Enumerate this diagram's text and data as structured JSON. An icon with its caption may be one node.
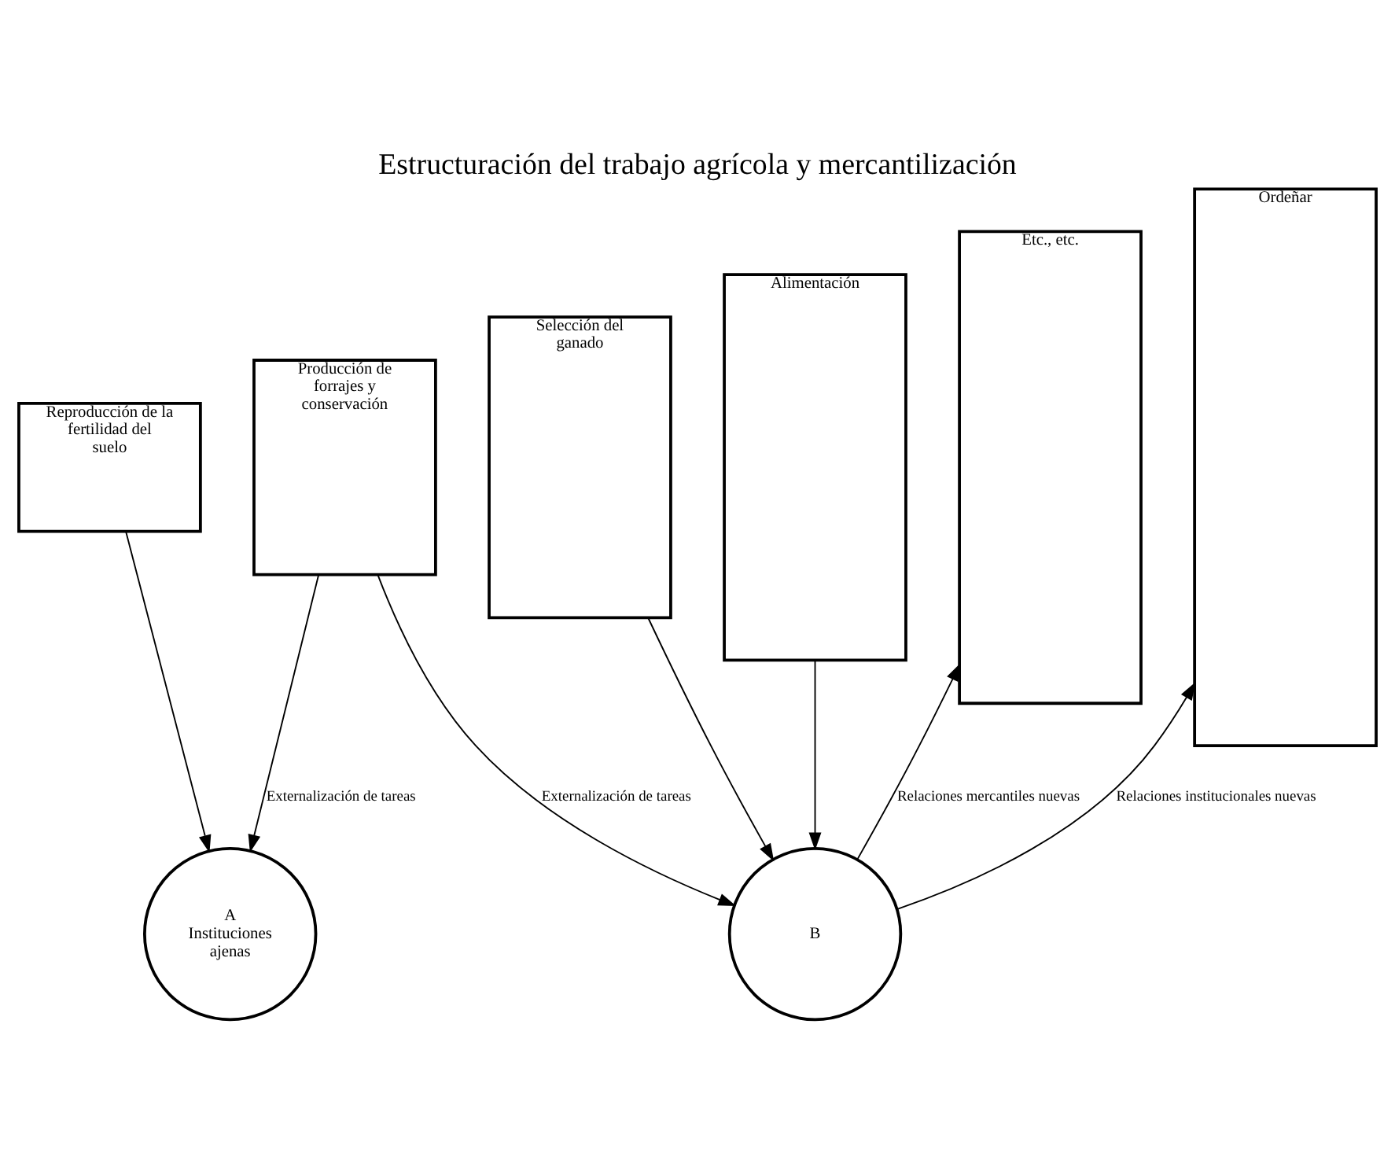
{
  "diagram": {
    "title": "Estructuración del trabajo agrícola y mercantilización",
    "nodes": [
      {
        "text": [
          "Reproducción de la fertilidad del suelo"
        ]
      },
      {
        "text": [
          "Producción de forrajes y conservación"
        ]
      },
      {
        "text": [
          "Selección del ganado"
        ]
      },
      {
        "text": [
          "Alimentación"
        ]
      },
      {
        "text": [
          "Etc., etc."
        ]
      },
      {
        "text": [
          "Ordeñar"
        ]
      },
      {
        "text": [
          "A",
          "Instituciones ajenas"
        ]
      },
      {
        "text": [
          "B"
        ]
      }
    ],
    "edges": [
      {
        "from": 0,
        "to": 6,
        "arrow": "to"
      },
      {
        "from": 1,
        "to": 6,
        "arrow": "to",
        "label": "Externalización de tareas"
      },
      {
        "from": 1,
        "to": 7,
        "arrow": "to",
        "label": "Externalización de tareas"
      },
      {
        "from": 2,
        "to": 7,
        "arrow": "to"
      },
      {
        "from": 3,
        "to": 7,
        "arrow": "to"
      },
      {
        "from": 7,
        "to": 4,
        "arrow": "to",
        "label": "Relaciones mercantiles nuevas"
      },
      {
        "from": 7,
        "to": 5,
        "arrow": "to",
        "label": "Relaciones institucionales nuevas"
      }
    ]
  }
}
